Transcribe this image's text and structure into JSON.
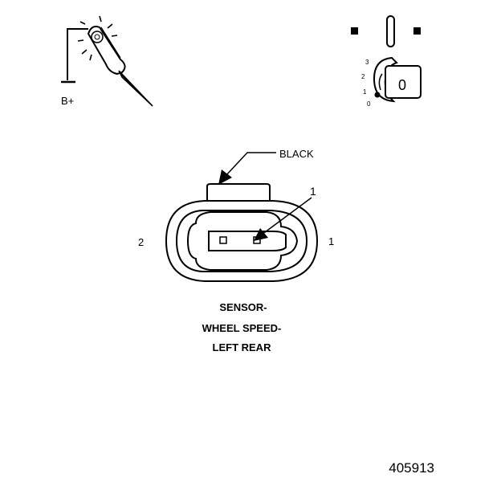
{
  "test_light": {
    "label": "B+"
  },
  "ignition_key": {
    "positions": [
      "3",
      "2",
      "1",
      "0"
    ],
    "key_text": "0"
  },
  "connector": {
    "color_label": "BLACK",
    "callout_number": "1",
    "cavity_left": "2",
    "cavity_right": "1"
  },
  "caption": {
    "line1": "SENSOR-",
    "line2": "WHEEL SPEED-",
    "line3": "LEFT REAR"
  },
  "figure_number": "405913"
}
